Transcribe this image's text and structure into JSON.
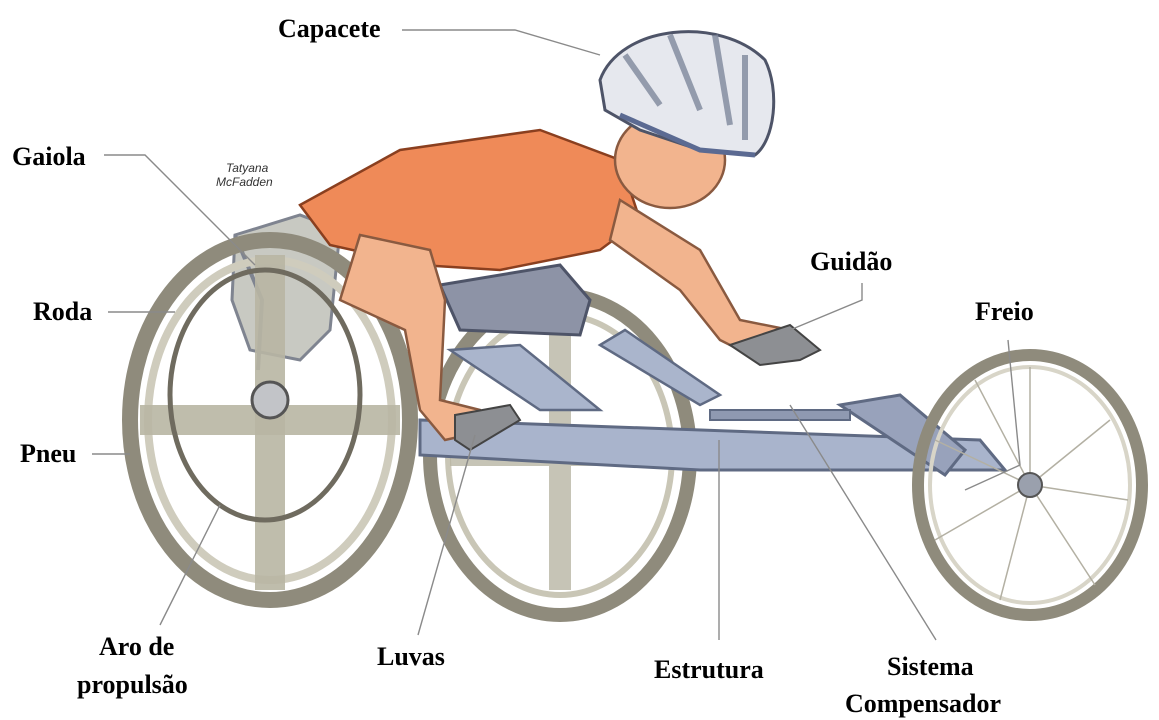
{
  "signature": [
    "Tatyana",
    "McFadden"
  ],
  "labels": {
    "capacete": "Capacete",
    "gaiola": "Gaiola",
    "roda": "Roda",
    "pneu": "Pneu",
    "aro_line1": "Aro de",
    "aro_line2": "propulsão",
    "luvas": "Luvas",
    "estrutura": "Estrutura",
    "sistema_line1": "Sistema",
    "sistema_line2": "Compensador",
    "guidao": "Guidão",
    "freio": "Freio"
  },
  "colors": {
    "skin": "#f2b48e",
    "tank": "#ef8a58",
    "frame": "#a9b4cc",
    "wheel": "#b9b6a4",
    "tire": "#8f8b7c",
    "helmet": "#e6e8ee"
  }
}
